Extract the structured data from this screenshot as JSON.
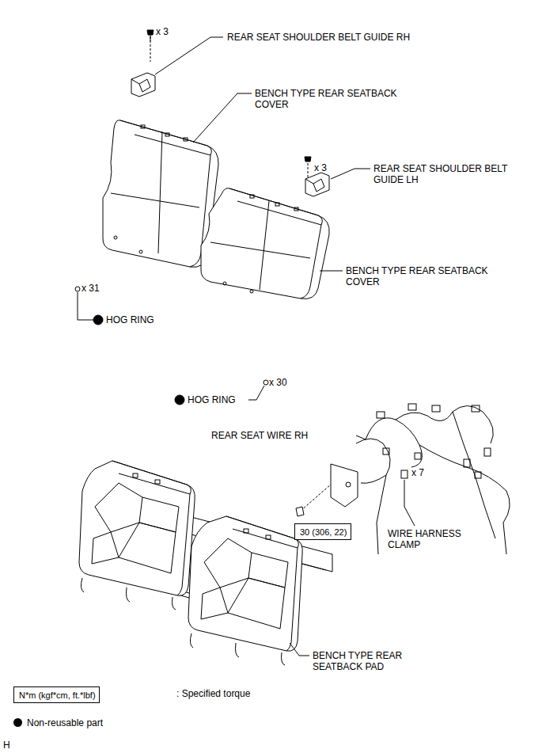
{
  "diagram": {
    "nodes": [
      {
        "text": [
          "30 (306, 22)"
        ]
      },
      {
        "text": [
          "N*m (kgf*cm, ft.*lbf)"
        ]
      }
    ],
    "labels": [
      "REAR SEAT SHOULDER BELT GUIDE RH",
      "x 3",
      "BENCH TYPE REAR SEATBACK COVER",
      "x 3",
      "REAR SEAT SHOULDER BELT GUIDE LH",
      "BENCH TYPE REAR SEATBACK COVER",
      "x 31",
      "HOG RING",
      "x 30",
      "HOG RING",
      "REAR SEAT WIRE RH",
      "x 7",
      "WIRE HARNESS CLAMP",
      "BENCH TYPE REAR SEATBACK PAD",
      ": Specified torque",
      "H"
    ],
    "legend": [
      {
        "text": "Non-reusable part",
        "color": "#000000"
      }
    ]
  }
}
